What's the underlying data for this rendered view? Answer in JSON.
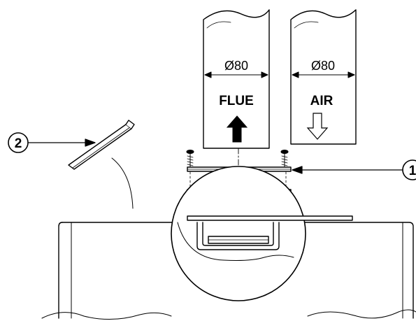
{
  "pipes": {
    "flue": {
      "diameter": "Ø80",
      "label": "FLUE"
    },
    "air": {
      "diameter": "Ø80",
      "label": "AIR"
    }
  },
  "callouts": {
    "one": "1",
    "two": "2"
  },
  "icons": {
    "flue_direction": "arrow-up-filled-icon",
    "air_direction": "arrow-down-outline-icon"
  },
  "colors": {
    "line": "#000000",
    "background": "#ffffff"
  }
}
